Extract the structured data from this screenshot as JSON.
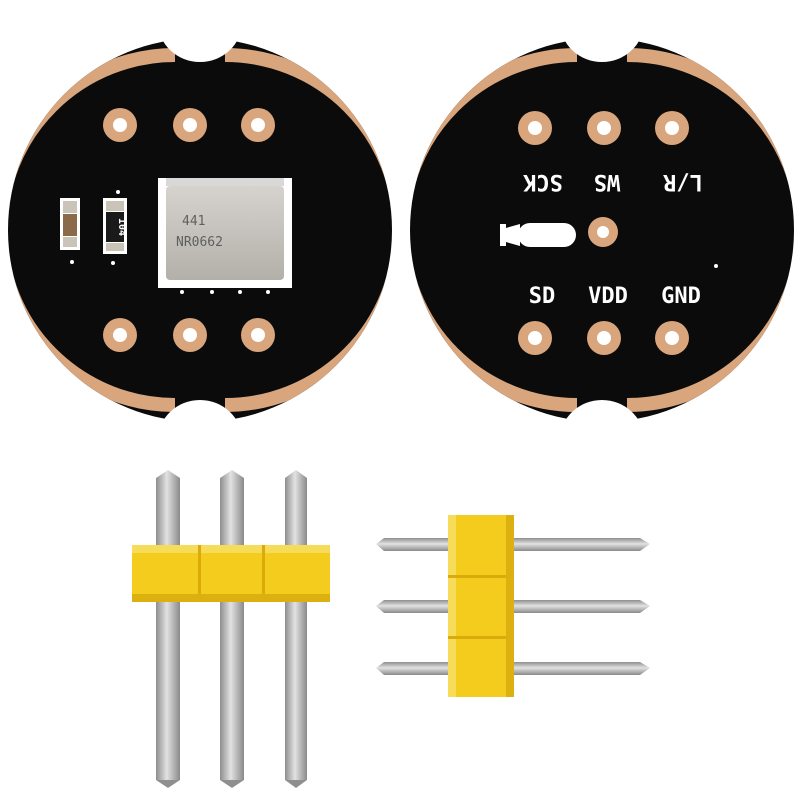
{
  "front_board": {
    "sensor_code_1": "441",
    "sensor_code_2": "NR0662",
    "resistor_code": "104",
    "pad_count_top": 3,
    "pad_count_bottom": 3
  },
  "back_board": {
    "top_labels": [
      "SCK",
      "WS",
      "L/R"
    ],
    "bottom_labels": [
      "SD",
      "VDD",
      "GND"
    ]
  },
  "headers": [
    {
      "orientation": "vertical",
      "pins": 3
    },
    {
      "orientation": "horizontal",
      "pins": 3
    }
  ],
  "colors": {
    "pcb": "#0b0b0b",
    "copper": "#d9a57c",
    "silkscreen": "#ffffff",
    "sensor_can": "#c9c6c0",
    "header_plastic": "#f3cc1d",
    "pin_metal": "#b5b5b5"
  }
}
